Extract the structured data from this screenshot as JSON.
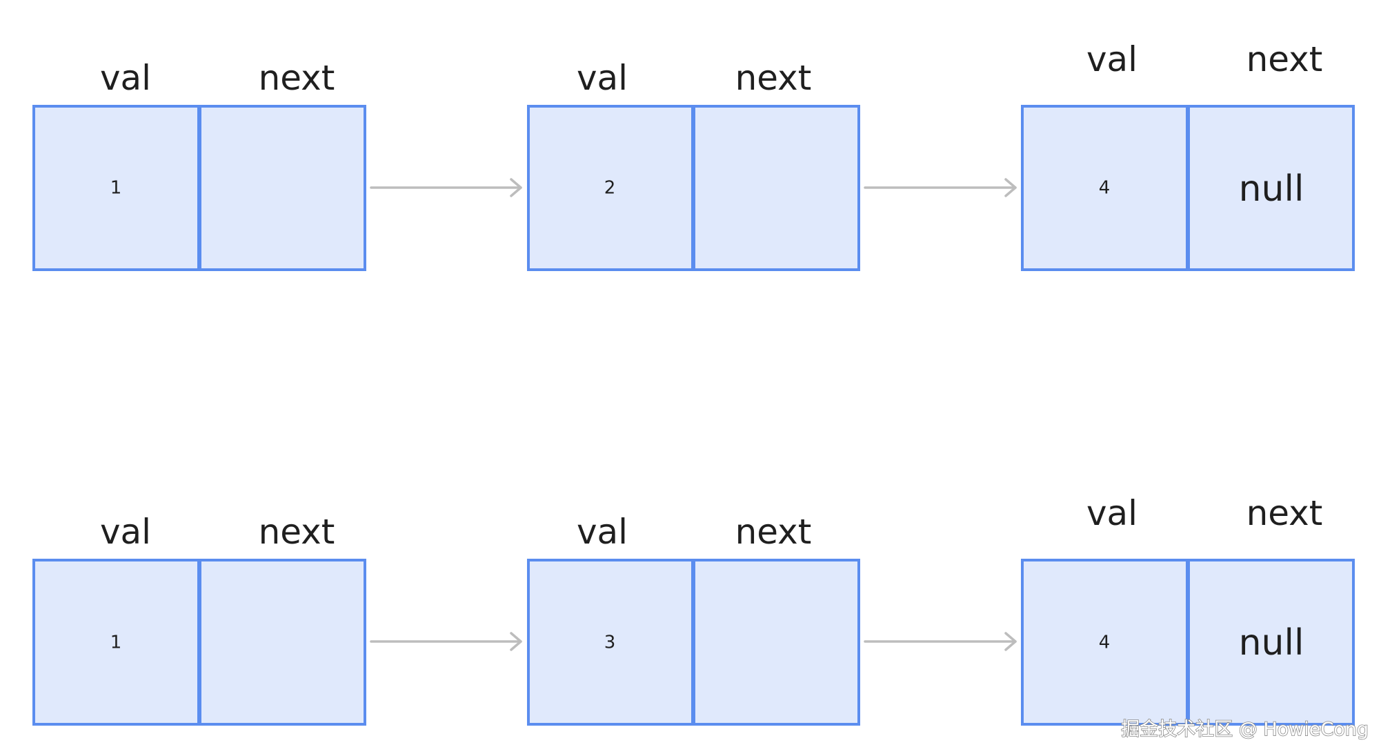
{
  "lists": [
    {
      "nodes": [
        {
          "header_val": "val",
          "header_next": "next",
          "val": "1",
          "next": ""
        },
        {
          "header_val": "val",
          "header_next": "next",
          "val": "2",
          "next": ""
        },
        {
          "header_val": "val",
          "header_next": "next",
          "val": "4",
          "next": "null"
        }
      ]
    },
    {
      "nodes": [
        {
          "header_val": "val",
          "header_next": "next",
          "val": "1",
          "next": ""
        },
        {
          "header_val": "val",
          "header_next": "next",
          "val": "3",
          "next": ""
        },
        {
          "header_val": "val",
          "header_next": "next",
          "val": "4",
          "next": "null"
        }
      ]
    }
  ],
  "watermark": "掘金技术社区 @ HowieCong",
  "colors": {
    "node_fill": "#e0e9fc",
    "node_border": "#5b8def",
    "arrow": "#bdbdbd",
    "text": "#1f1f1f"
  }
}
